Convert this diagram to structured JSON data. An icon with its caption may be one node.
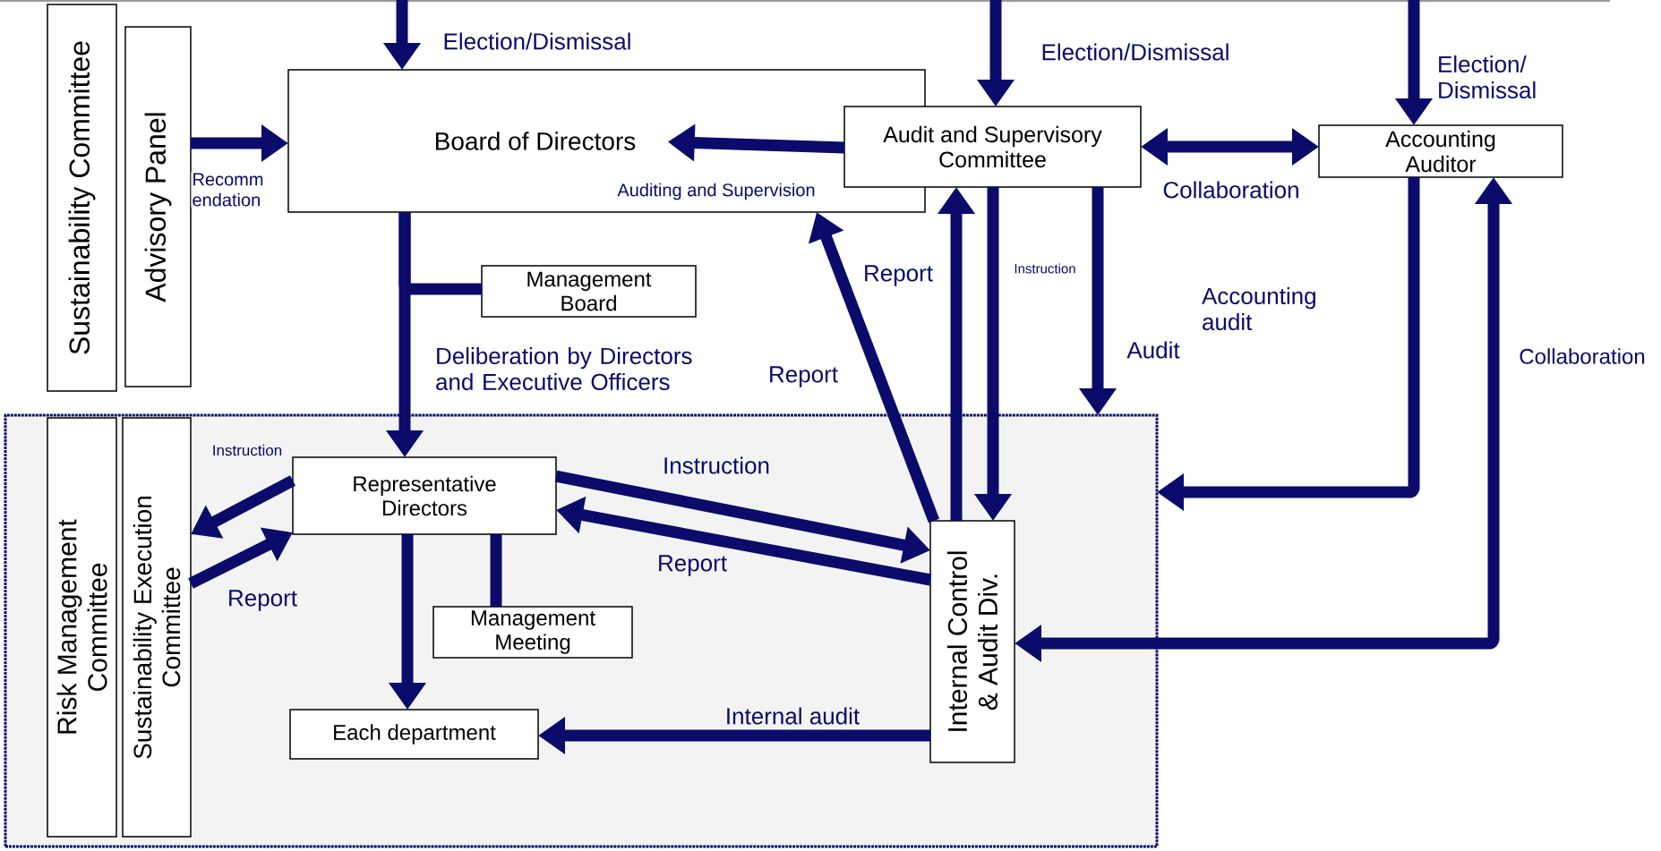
{
  "diagram": {
    "nodes": [
      {
        "text": [
          "Sustainability Committee"
        ]
      },
      {
        "text": [
          "Advisory Panel"
        ]
      },
      {
        "text": [
          "Board of Directors"
        ]
      },
      {
        "text": [
          "Audit and Supervisory Committee"
        ]
      },
      {
        "text": [
          "Accounting Auditor"
        ]
      },
      {
        "text": [
          "Management Board"
        ]
      },
      {
        "text": [],
        "shape": "box"
      },
      {
        "text": [
          "Risk Management Committee"
        ],
        "in": 6
      },
      {
        "text": [
          "Sustainability Execution Committee"
        ],
        "in": 6
      },
      {
        "text": [
          "Representative Directors"
        ],
        "in": 6
      },
      {
        "text": [
          "Management Meeting"
        ],
        "in": 6
      },
      {
        "text": [
          "Each department"
        ],
        "in": 6
      },
      {
        "text": [
          "Internal Control & Audit Div."
        ],
        "in": 6
      }
    ],
    "edges": [
      {
        "from": null,
        "to": 2,
        "arrow": "to",
        "label": "Election/Dismissal"
      },
      {
        "from": null,
        "to": 3,
        "arrow": "to",
        "label": "Election/Dismissal"
      },
      {
        "from": null,
        "to": 4,
        "arrow": "to",
        "label": "Election/ Dismissal"
      },
      {
        "from": 1,
        "to": 2,
        "arrow": "to",
        "label": "Recomm endation"
      },
      {
        "from": 3,
        "to": 2,
        "arrow": "to",
        "label": "Auditing and Supervision"
      },
      {
        "from": 3,
        "to": 4,
        "arrow": "both",
        "label": "Collaboration"
      },
      {
        "from": 2,
        "to": 9,
        "arrow": "to",
        "label": "Deliberation by Directors and Executive Officers"
      },
      {
        "from": 5,
        "to": 2,
        "arrow": "none"
      },
      {
        "from": 12,
        "to": 2,
        "arrow": "to",
        "label": "Report"
      },
      {
        "from": 12,
        "to": 3,
        "arrow": "to",
        "label": "Report"
      },
      {
        "from": 3,
        "to": 12,
        "arrow": "to",
        "label": "Instruction"
      },
      {
        "from": 3,
        "to": 6,
        "arrow": "to",
        "label": "Audit"
      },
      {
        "from": 4,
        "to": 6,
        "arrow": "to",
        "label": "Accounting audit"
      },
      {
        "from": 4,
        "to": 12,
        "arrow": "both",
        "label": "Collaboration"
      },
      {
        "from": 9,
        "to": 8,
        "arrow": "to",
        "label": "Instruction"
      },
      {
        "from": 8,
        "to": 9,
        "arrow": "to",
        "label": "Report"
      },
      {
        "from": 9,
        "to": 12,
        "arrow": "to",
        "label": "Instruction"
      },
      {
        "from": 12,
        "to": 9,
        "arrow": "to",
        "label": "Report"
      },
      {
        "from": 9,
        "to": 11,
        "arrow": "to"
      },
      {
        "from": 10,
        "to": 9,
        "arrow": "none"
      },
      {
        "from": 12,
        "to": 11,
        "arrow": "to",
        "label": "Internal audit"
      }
    ]
  }
}
